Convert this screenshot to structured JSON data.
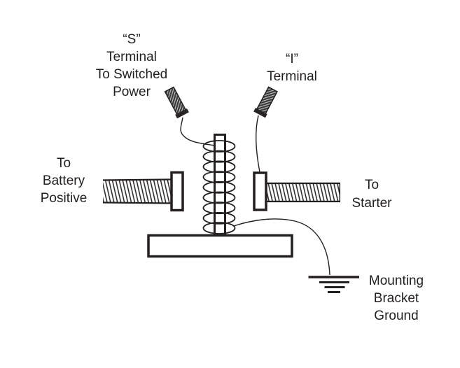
{
  "colors": {
    "ink": "#231f20",
    "background": "#ffffff",
    "stud_dark": "#3c3c3c",
    "stud_highlight": "#c8c8c8"
  },
  "labels": {
    "s_terminal": {
      "lines": [
        "“S”",
        "Terminal",
        "To Switched",
        "Power"
      ]
    },
    "i_terminal": {
      "lines": [
        "“I”",
        "Terminal"
      ]
    },
    "battery_positive": {
      "lines": [
        "To",
        "Battery",
        "Positive"
      ]
    },
    "starter": {
      "lines": [
        "To",
        "Starter"
      ]
    },
    "mounting_ground": {
      "lines": [
        "Mounting",
        "Bracket",
        "Ground"
      ]
    }
  },
  "icons": {
    "ground_symbol": "chassis-ground",
    "coil": "solenoid-winding",
    "battery_bolt": "threaded-bolt",
    "starter_bolt": "threaded-bolt",
    "s_stud": "threaded-stud-terminal",
    "i_stud": "threaded-stud-terminal"
  }
}
